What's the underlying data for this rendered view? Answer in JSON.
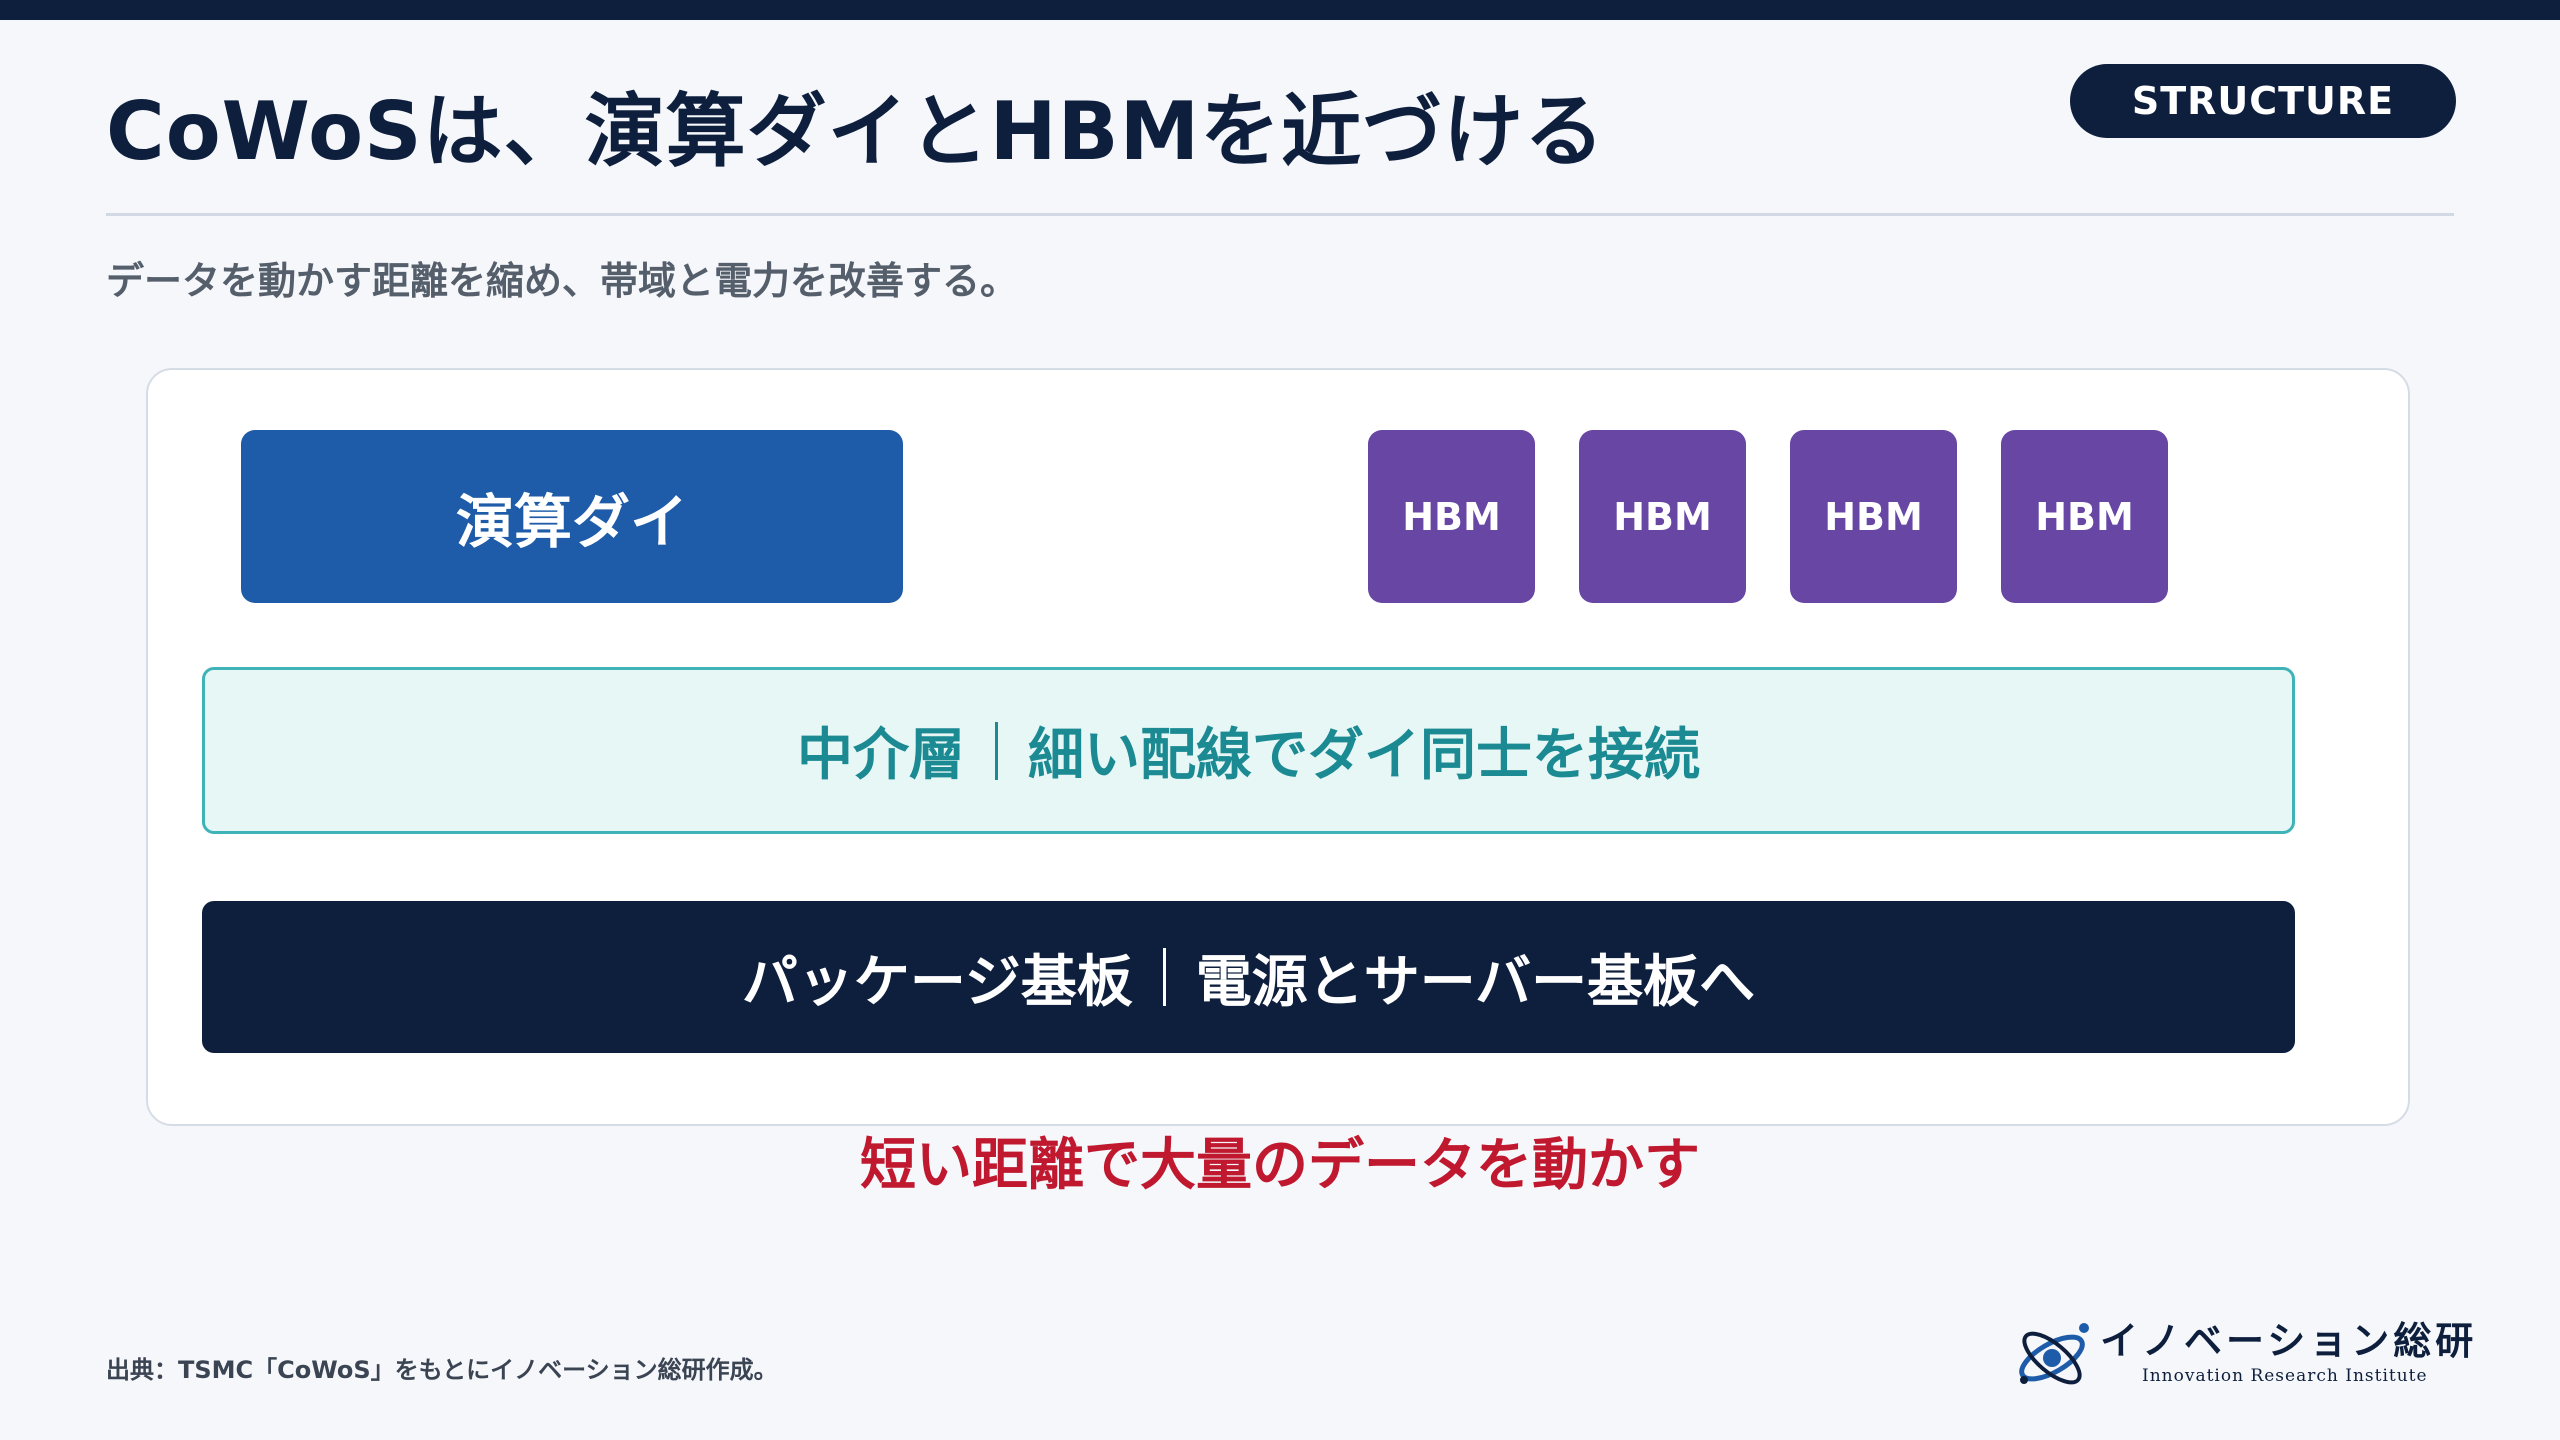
{
  "header": {
    "title": "CoWoSは、演算ダイとHBMを近づける",
    "badge": "STRUCTURE",
    "subtitle": "データを動かす距離を縮め、帯域と電力を改善する。"
  },
  "diagram": {
    "compute_die": "演算ダイ",
    "hbm_stacks": [
      "HBM",
      "HBM",
      "HBM",
      "HBM"
    ],
    "interposer": {
      "name": "中介層",
      "description": "細い配線でダイ同士を接続"
    },
    "substrate": {
      "name": "パッケージ基板",
      "description": "電源とサーバー基板へ"
    },
    "highlight": "短い距離で大量のデータを動かす"
  },
  "footer": {
    "source": "出典：TSMC「CoWoS」をもとにイノベーション総研作成。",
    "logo_name": "イノベーション総研",
    "logo_sub": "Innovation Research Institute"
  },
  "colors": {
    "navy": "#0e1f3d",
    "compute_blue": "#1e5ba8",
    "hbm_purple": "#6746a4",
    "interposer_teal": "#1b8a92",
    "interposer_fill": "#e7f7f6",
    "highlight_red": "#c0182f"
  }
}
